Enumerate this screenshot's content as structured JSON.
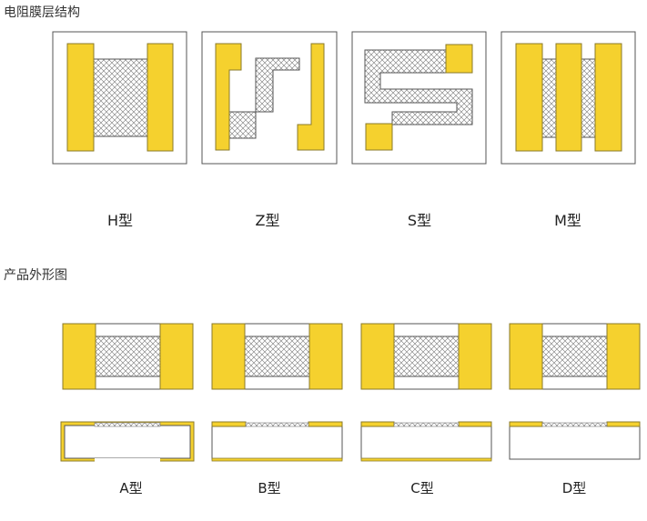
{
  "sections": {
    "structure_title": "电阻膜层结构",
    "appearance_title": "产品外形图"
  },
  "structure_types": [
    {
      "id": "h",
      "label": "H型"
    },
    {
      "id": "z",
      "label": "Z型"
    },
    {
      "id": "s",
      "label": "S型"
    },
    {
      "id": "m",
      "label": "M型"
    }
  ],
  "product_types": [
    {
      "id": "a",
      "label": "A型"
    },
    {
      "id": "b",
      "label": "B型"
    },
    {
      "id": "c",
      "label": "C型"
    },
    {
      "id": "d",
      "label": "D型"
    }
  ],
  "colors": {
    "electrode": "#F5D12E",
    "electrode_edge": "#8A7A2A",
    "film_line": "#777777",
    "border": "#555555",
    "text": "#333333"
  }
}
